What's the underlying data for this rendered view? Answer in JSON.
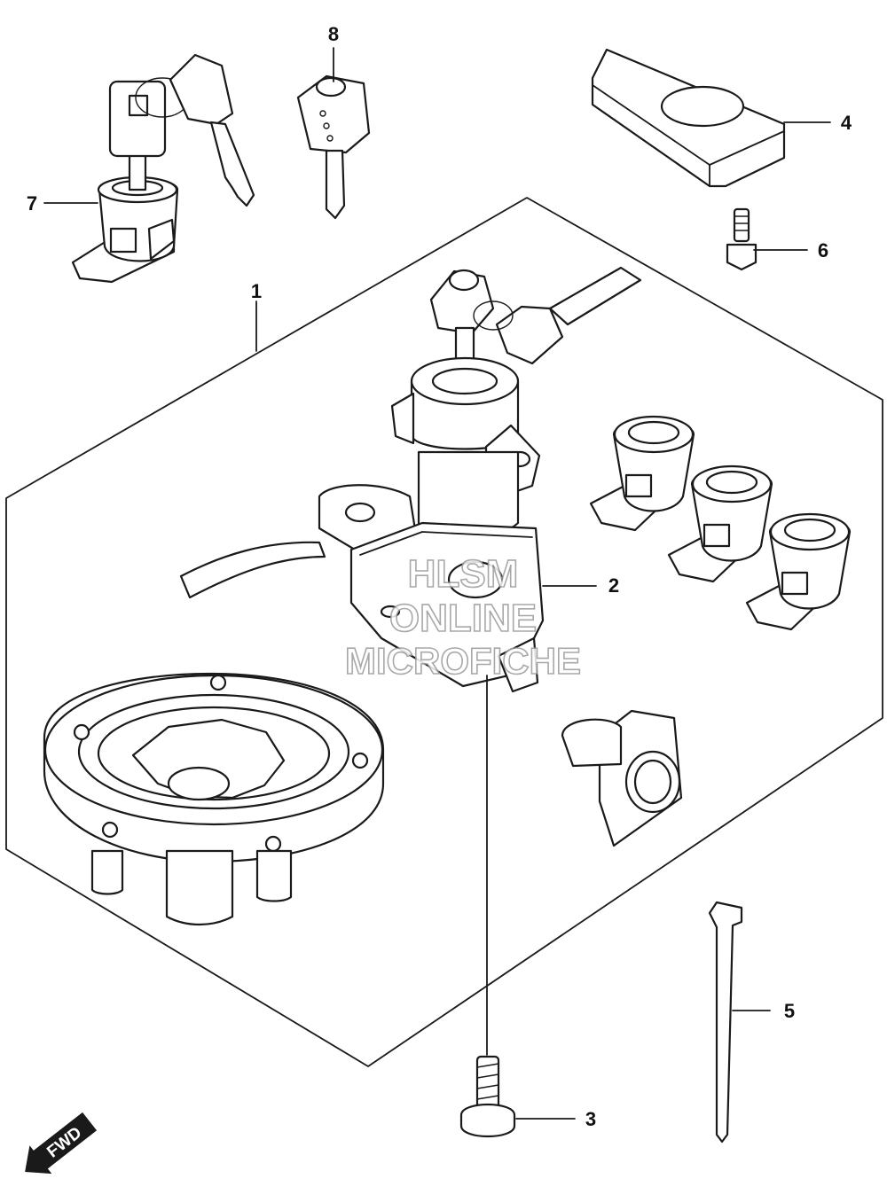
{
  "diagram": {
    "callouts": [
      {
        "label": "1"
      },
      {
        "label": "2"
      },
      {
        "label": "3"
      },
      {
        "label": "4"
      },
      {
        "label": "5"
      },
      {
        "label": "6"
      },
      {
        "label": "7"
      },
      {
        "label": "8"
      }
    ],
    "watermark": {
      "line1": "HLSM",
      "line2": "ONLINE",
      "line3": "MICROFICHE"
    },
    "direction_badge": {
      "label": "FWD"
    }
  }
}
